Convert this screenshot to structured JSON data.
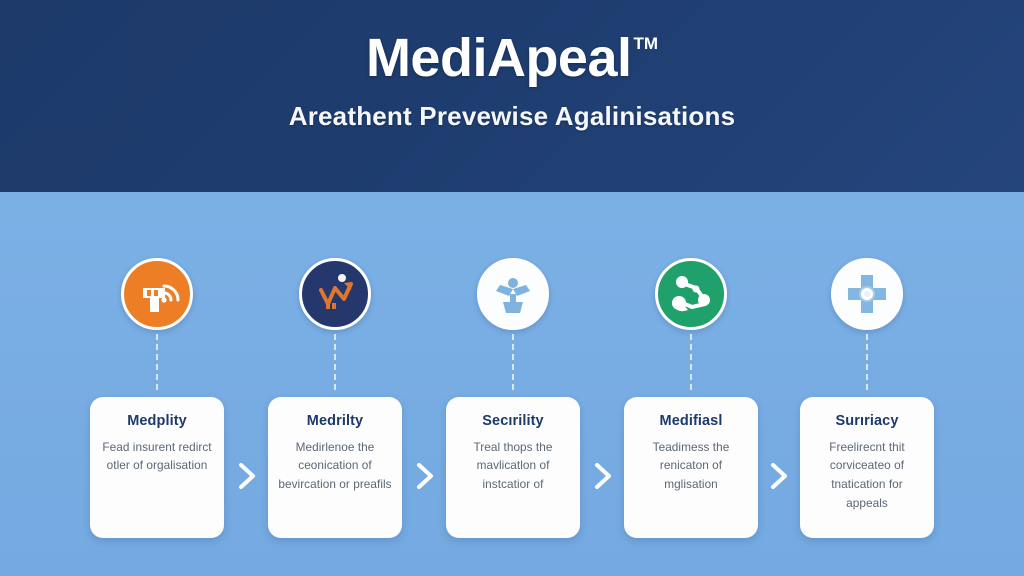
{
  "header": {
    "brand_title": "MediApeal",
    "trademark": "TM",
    "subtitle": "Areathent Prevewise Agalinisations",
    "background_color": "#1d3a6b",
    "text_color": "#ffffff"
  },
  "canvas": {
    "background_color": "#7db2e6",
    "card_background": "#fdfdfe",
    "card_title_color": "#1d3a6b",
    "card_text_color": "#5b6775",
    "connector_color": "#ffffff",
    "chevron_color": "#ffffff"
  },
  "steps": [
    {
      "icon_name": "hospital-signal-icon",
      "icon_bg": "#ee7e26",
      "icon_fg": "#ffffff",
      "icon_ring": "#ffffff",
      "title": "Medplity",
      "description": "Fead insurent redirct otler of orgalisation"
    },
    {
      "icon_name": "growth-arrow-icon",
      "icon_bg": "#24386e",
      "icon_fg": "#e0762c",
      "icon_ring": "#ffffff",
      "title": "Medrilty",
      "description": "Medirlenoe the ceonication of bevircation or preafils"
    },
    {
      "icon_name": "person-pot-icon",
      "icon_bg": "#fbfdfe",
      "icon_fg": "#7fb3dd",
      "icon_ring": "#ffffff",
      "title": "Secırility",
      "description": "Treal thops the mavlicatlon of instcatior of"
    },
    {
      "icon_name": "network-nodes-icon",
      "icon_bg": "#20a06a",
      "icon_fg": "#ffffff",
      "icon_ring": "#ffffff",
      "title": "Medifiasl",
      "description": "Teadimess the renicaton of mglisation"
    },
    {
      "icon_name": "medical-cross-icon",
      "icon_bg": "#fbfdfe",
      "icon_fg": "#83b6e0",
      "icon_ring": "#ffffff",
      "title": "Surıriacy",
      "description": "Freelirecnt thit corviceateo of tnatication for appeals"
    }
  ],
  "separators": [
    {
      "name": "chevron-right-icon-1",
      "glyph": ">"
    },
    {
      "name": "chevron-right-icon-2",
      "glyph": ">"
    },
    {
      "name": "chevron-right-icon-3",
      "glyph": ">"
    },
    {
      "name": "chevron-right-icon-4",
      "glyph": ">"
    }
  ]
}
